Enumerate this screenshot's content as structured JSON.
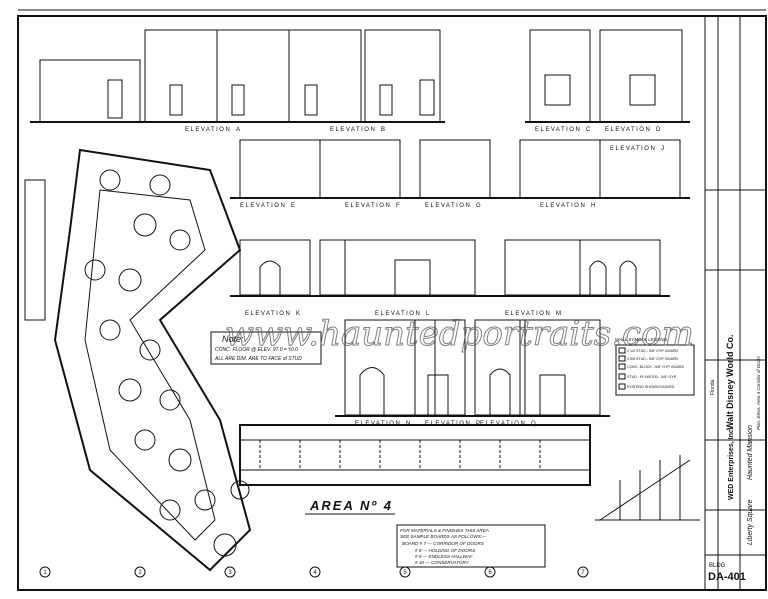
{
  "sheet": {
    "number": "DA-401",
    "sheet_prefix": "BLDG",
    "company": "WED Enterprises, Inc.",
    "client": "Walt Disney World Co.",
    "client_location": "Florida",
    "project": "Liberty Square",
    "attraction": "Haunted Mansion",
    "drawing_title": "Plan, Elevs. Area 4 Corridor of Doors"
  },
  "elevations": [
    {
      "label": "ELEVATION",
      "tag": "A"
    },
    {
      "label": "ELEVATION",
      "tag": "B"
    },
    {
      "label": "ELEVATION",
      "tag": "C"
    },
    {
      "label": "ELEVATION",
      "tag": "D"
    },
    {
      "label": "ELEVATION",
      "tag": "E"
    },
    {
      "label": "ELEVATION",
      "tag": "F"
    },
    {
      "label": "ELEVATION",
      "tag": "G"
    },
    {
      "label": "ELEVATION",
      "tag": "H"
    },
    {
      "label": "ELEVATION",
      "tag": "J"
    },
    {
      "label": "ELEVATION",
      "tag": "K"
    },
    {
      "label": "ELEVATION",
      "tag": "L"
    },
    {
      "label": "ELEVATION",
      "tag": "M"
    },
    {
      "label": "ELEVATION",
      "tag": "N"
    },
    {
      "label": "ELEVATION",
      "tag": "P"
    },
    {
      "label": "ELEVATION",
      "tag": "Q"
    }
  ],
  "area_label": "AREA Nº 4",
  "note": {
    "title": "Note:",
    "lines": [
      "CONC. FLOOR @ ELEV. 97.0 = ±0.0",
      "ALL ARE DIM. ARE TO FACE of STUD"
    ]
  },
  "materials": {
    "lines": [
      "FOR MATERIALS & FINISHES THIS AREA",
      "SEE SAMPLE BOARDS AS FOLLOWS:—",
      "BOARD # 7 — CORRIDOR OF DOORS",
      "# 8 — HOLDING OF DOORS",
      "# 9 — ENDLESS HALLWAY",
      "# 10 — CONSERVATORY"
    ]
  },
  "legend": {
    "title": "WALL SYMBOL LEGEND",
    "items": [
      "2 1/2 STUD - 5/8\" GYP. BOARD",
      "3 5/8 STUD - 5/8\" GYP. BOARD",
      "CONC. BLOCK - 5/8\" GYP. BOARD",
      "STUD - PLYWOOD - 5/8\" GYP.",
      "EXISTING SHOWN DASHED"
    ]
  },
  "grid_markers": [
    "1",
    "2",
    "3",
    "4",
    "5",
    "6",
    "7"
  ],
  "watermark": "www.hauntedportraits.com"
}
